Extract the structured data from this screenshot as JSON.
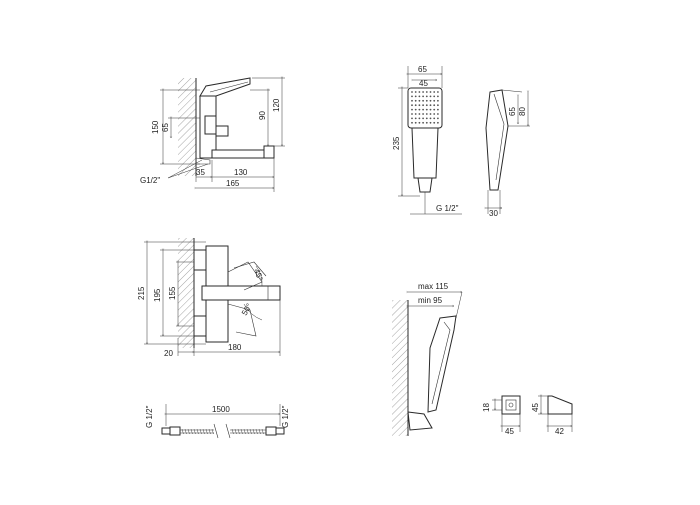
{
  "mixer_side": {
    "dims": {
      "h150": "150",
      "h120": "120",
      "h90": "90",
      "d65": "65",
      "w35": "35",
      "w130": "130",
      "w165": "165"
    },
    "thread": "G1/2\""
  },
  "hand_shower": {
    "dims": {
      "w65": "65",
      "w45": "45",
      "h235": "235",
      "head65": "65",
      "head80": "80",
      "d30": "30"
    },
    "thread": "G 1/2\""
  },
  "mixer_top": {
    "dims": {
      "h215": "215",
      "h195": "195",
      "h155": "155",
      "w20": "20",
      "w180": "180"
    },
    "angles": {
      "a45": "45°",
      "a50": "50°"
    }
  },
  "hose": {
    "length": "1500",
    "thread_left": "G 1/2\"",
    "thread_right": "G 1/2\""
  },
  "wall_holder": {
    "dims": {
      "max": "max 115",
      "min": "min 95"
    }
  },
  "holder_detail": {
    "dims": {
      "h18": "18",
      "w45a": "45",
      "h45": "45",
      "d42": "42"
    }
  }
}
